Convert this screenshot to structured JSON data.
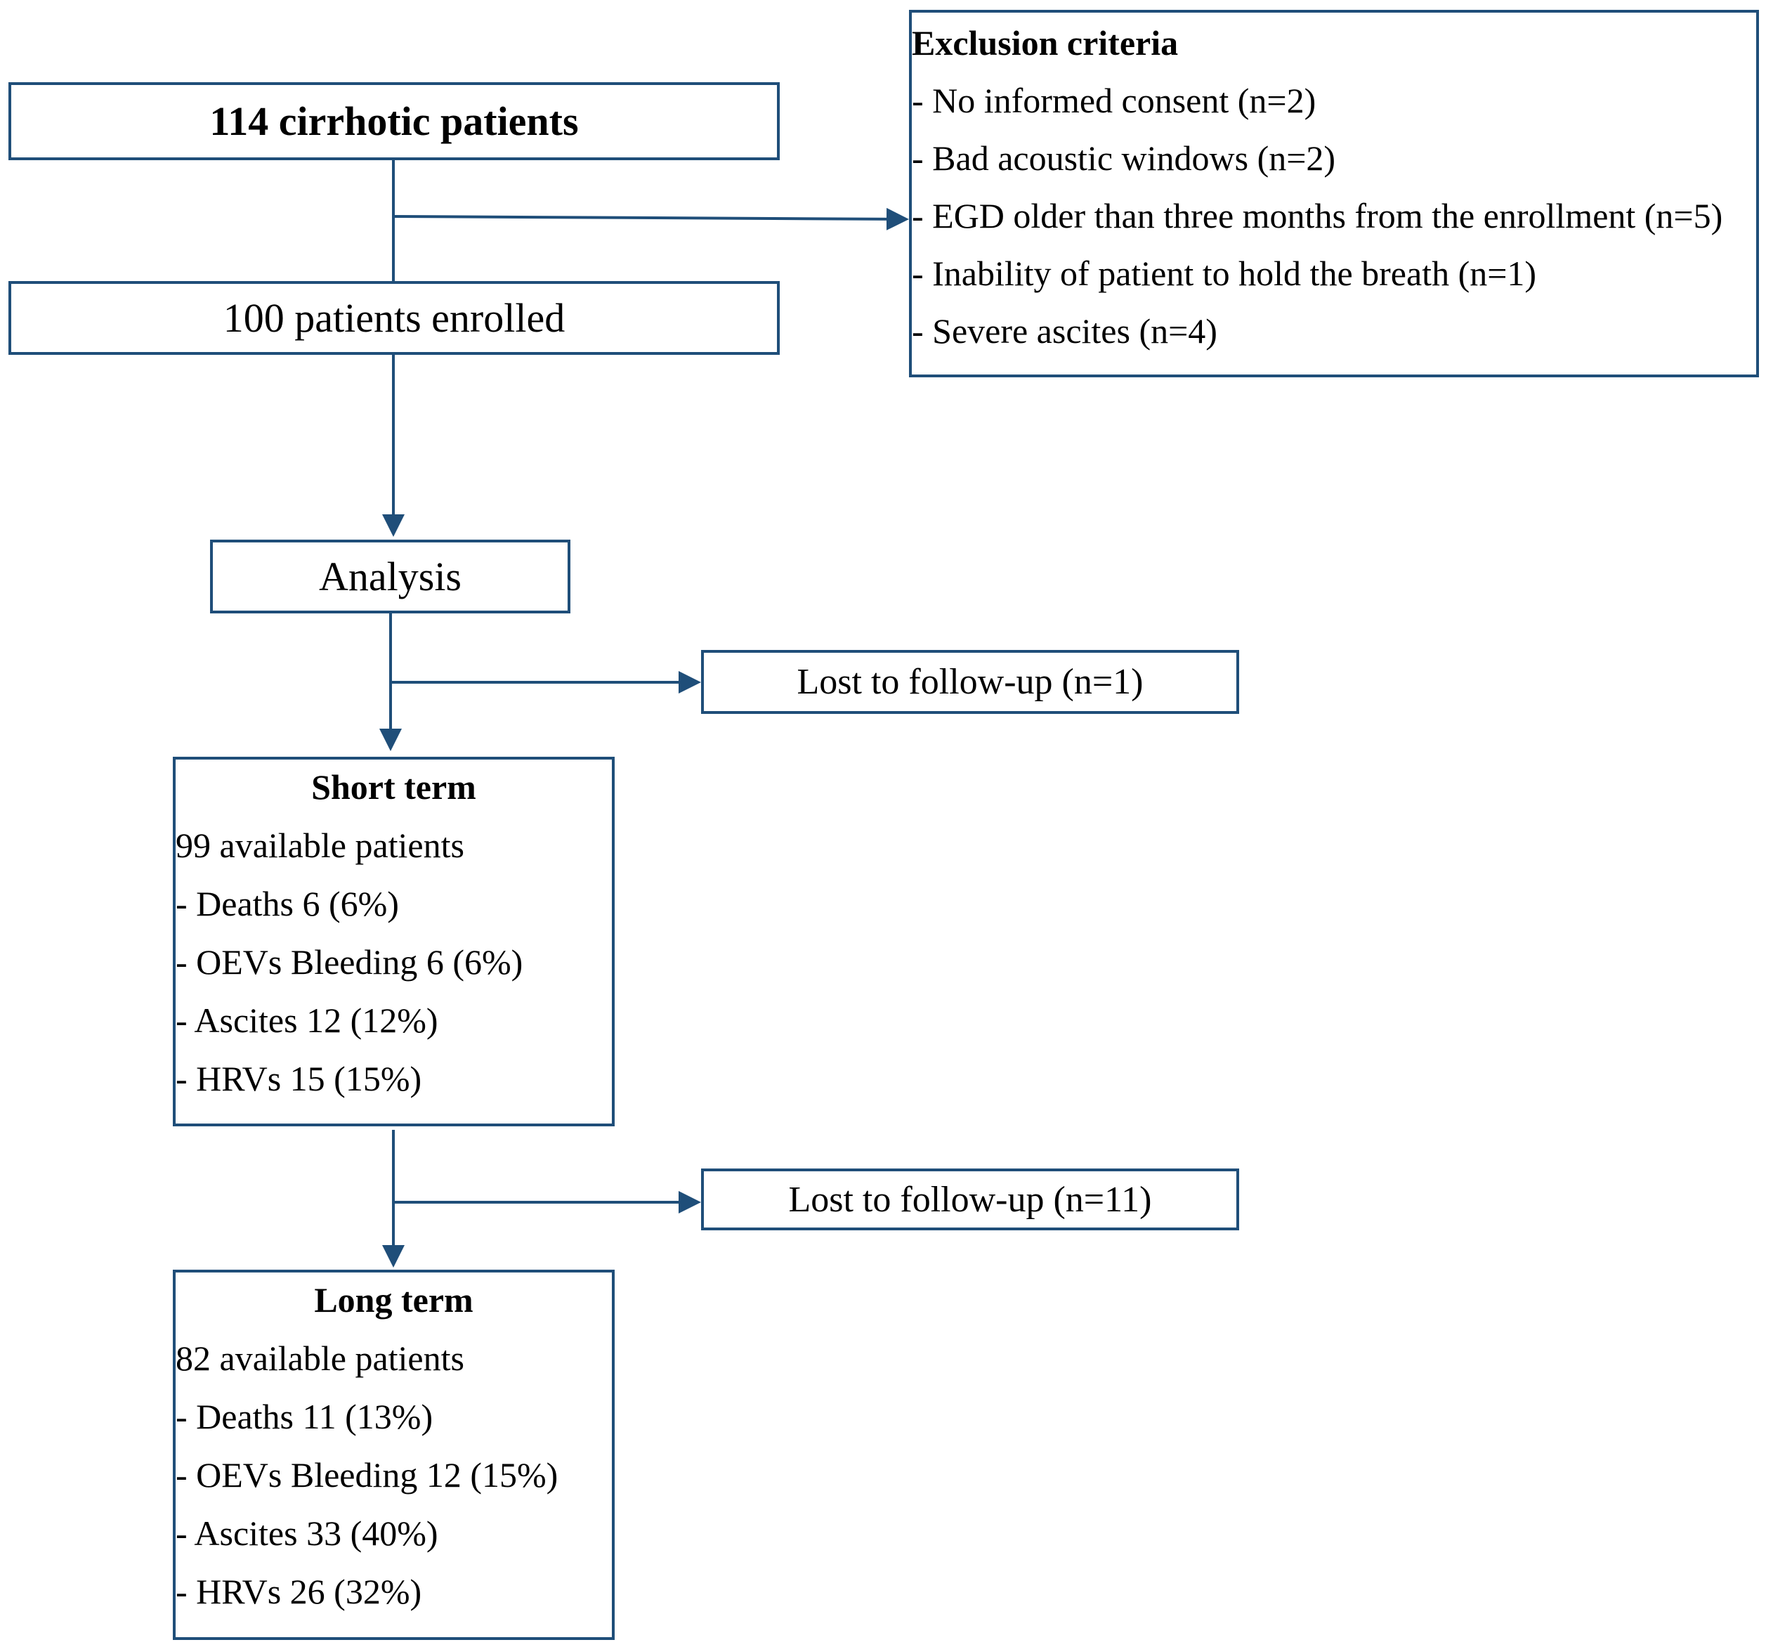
{
  "colors": {
    "line": "#1f4e79",
    "border": "#1f4e79",
    "text": "#000000"
  },
  "start": {
    "label": "114 cirrhotic patients"
  },
  "enrolled": {
    "label": "100 patients enrolled"
  },
  "analysis": {
    "label": "Analysis"
  },
  "exclusion": {
    "title": "Exclusion criteria",
    "items": [
      "- No informed consent (n=2)",
      "- Bad acoustic windows (n=2)",
      "- EGD older than three months from the enrollment (n=5)",
      "- Inability of patient to hold the breath (n=1)",
      "- Severe ascites (n=4)"
    ]
  },
  "lost1": {
    "label": "Lost to follow-up (n=1)"
  },
  "lost2": {
    "label": "Lost to follow-up (n=11)"
  },
  "short_term": {
    "title": "Short term",
    "available": "99 available patients",
    "items": [
      "- Deaths 6 (6%)",
      "- OEVs Bleeding 6 (6%)",
      "- Ascites 12 (12%)",
      "- HRVs 15 (15%)"
    ]
  },
  "long_term": {
    "title": "Long term",
    "available": "82 available patients",
    "items": [
      "- Deaths 11 (13%)",
      "- OEVs Bleeding 12 (15%)",
      "- Ascites 33 (40%)",
      "- HRVs 26 (32%)"
    ]
  }
}
